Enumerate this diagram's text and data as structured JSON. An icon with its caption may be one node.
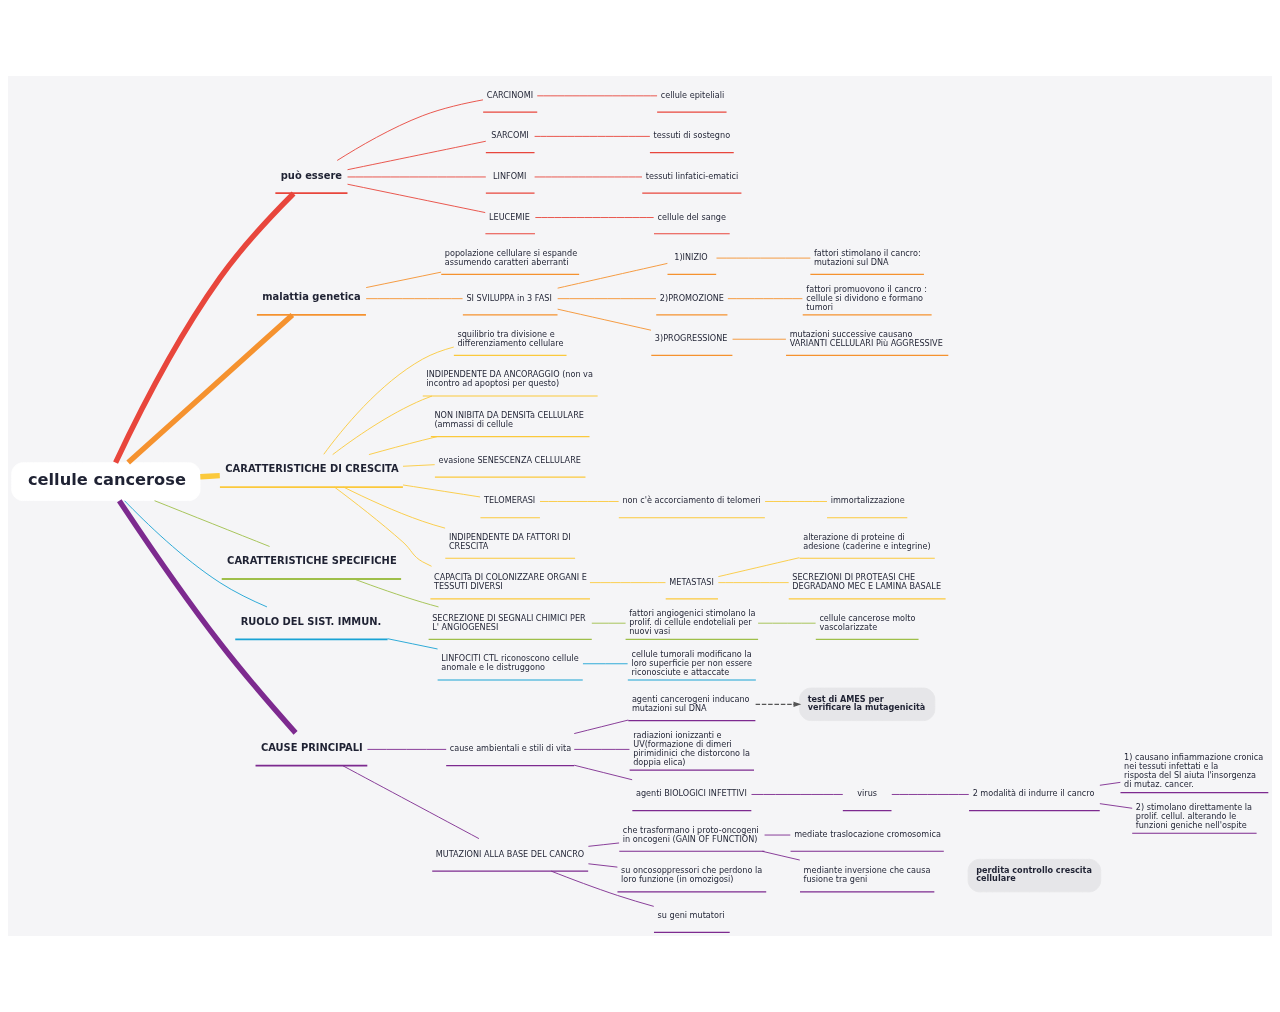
{
  "diagram": {
    "nodes": [
      {
        "text": [
          "cellule cancerose"
        ]
      },
      {
        "text": [
          "può essere"
        ]
      },
      {
        "text": [
          "CARCINOMI"
        ]
      },
      {
        "text": [
          "cellule epiteliali"
        ]
      },
      {
        "text": [
          "SARCOMI"
        ]
      },
      {
        "text": [
          "tessuti di sostegno"
        ]
      },
      {
        "text": [
          "LINFOMI"
        ]
      },
      {
        "text": [
          "tessuti linfatici-ematici"
        ]
      },
      {
        "text": [
          "LEUCEMIE"
        ]
      },
      {
        "text": [
          "cellule del sange"
        ]
      },
      {
        "text": [
          "malattia genetica"
        ]
      },
      {
        "text": [
          "popolazione cellulare si espande assumendo caratteri aberranti"
        ]
      },
      {
        "text": [
          "SI SVILUPPA in 3 FASI"
        ]
      },
      {
        "text": [
          "1)INIZIO"
        ]
      },
      {
        "text": [
          "fattori stimolano il cancro: mutazioni sul DNA"
        ]
      },
      {
        "text": [
          "2)PROMOZIONE"
        ]
      },
      {
        "text": [
          "fattori promuovono il cancro : cellule si dividono e formano tumori"
        ]
      },
      {
        "text": [
          "3)PROGRESSIONE"
        ]
      },
      {
        "text": [
          "mutazioni successive causano VARIANTI CELLULARI Più AGGRESSIVE"
        ]
      },
      {
        "text": [
          "CARATTERISTICHE DI CRESCITA"
        ]
      },
      {
        "text": [
          "squilibrio tra divisione e differenziamento cellulare"
        ]
      },
      {
        "text": [
          "INDIPENDENTE DA ANCORAGGIO (non va incontro ad apoptosi per questo)"
        ]
      },
      {
        "text": [
          "NON INIBITA DA DENSITà CELLULARE (ammassi di cellule"
        ]
      },
      {
        "text": [
          "evasione SENESCENZA CELLULARE"
        ]
      },
      {
        "text": [
          "TELOMERASI"
        ]
      },
      {
        "text": [
          "non c'è accorciamento di telomeri"
        ]
      },
      {
        "text": [
          "immortalizzazione"
        ]
      },
      {
        "text": [
          "INDIPENDENTE DA FATTORI DI CRESCITA"
        ]
      },
      {
        "text": [
          "CAPACITà DI COLONIZZARE ORGANI E TESSUTI DIVERSI"
        ]
      },
      {
        "text": [
          "METASTASI"
        ]
      },
      {
        "text": [
          "alterazione di proteine di adesione (caderine e integrine)"
        ]
      },
      {
        "text": [
          "SECREZIONI DI PROTEASI CHE DEGRADANO MEC E LAMINA BASALE"
        ]
      },
      {
        "text": [
          "CARATTERISTICHE SPECIFICHE"
        ]
      },
      {
        "text": [
          "SECREZIONE DI SEGNALI CHIMICI PER L' ANGIOGENESI"
        ]
      },
      {
        "text": [
          "fattori angiogenici stimolano la prolif. di cellule endoteliali per nuovi vasi"
        ]
      },
      {
        "text": [
          "cellule cancerose molto vascolarizzate"
        ]
      },
      {
        "text": [
          "RUOLO DEL SIST. IMMUN."
        ]
      },
      {
        "text": [
          "LINFOCITI CTL riconoscono cellule anomale e le distruggono"
        ]
      },
      {
        "text": [
          "cellule tumorali modificano la loro superficie per non essere riconosciute e attaccate"
        ]
      },
      {
        "text": [
          "CAUSE PRINCIPALI"
        ]
      },
      {
        "text": [
          "cause ambientali e stili di vita"
        ]
      },
      {
        "text": [
          "agenti cancerogeni inducano mutazioni sul DNA"
        ]
      },
      {
        "text": [
          "test di AMES per verificare la mutagenicità"
        ]
      },
      {
        "text": [
          "radiazioni ionizzanti e UV(formazione di dimeri pirimidinici che distorcono la doppia elica)"
        ]
      },
      {
        "text": [
          "agenti BIOLOGICI INFETTIVI"
        ]
      },
      {
        "text": [
          "virus"
        ]
      },
      {
        "text": [
          "2 modalità di indurre il cancro"
        ]
      },
      {
        "text": [
          "1) causano infiammazione cronica nei tessuti infettati e la risposta del SI aiuta l'insorgenza di mutaz. cancer."
        ]
      },
      {
        "text": [
          "2) stimolano direttamente la prolif. cellul. alterando le funzioni geniche nell'ospite"
        ]
      },
      {
        "text": [
          "MUTAZIONI ALLA BASE DEL CANCRO"
        ]
      },
      {
        "text": [
          "che trasformano i proto-oncogeni in oncogeni (GAIN OF FUNCTION)"
        ]
      },
      {
        "text": [
          "mediate traslocazione cromosomica"
        ]
      },
      {
        "text": [
          "mediante inversione che causa fusione tra geni"
        ]
      },
      {
        "text": [
          "su oncosoppressori che perdono la loro funzione (in omozigosi)"
        ]
      },
      {
        "text": [
          "su geni mutatori"
        ]
      },
      {
        "text": [
          "perdita controllo crescita cellulare"
        ]
      }
    ],
    "edges": [
      {
        "from": 0,
        "to": 1,
        "arrow": "none",
        "style": "thick",
        "color": "#e8463c"
      },
      {
        "from": 1,
        "to": 2,
        "arrow": "none",
        "color": "#e8463c"
      },
      {
        "from": 2,
        "to": 3,
        "arrow": "none",
        "color": "#e8463c"
      },
      {
        "from": 1,
        "to": 4,
        "arrow": "none",
        "color": "#e8463c"
      },
      {
        "from": 4,
        "to": 5,
        "arrow": "none",
        "color": "#e8463c"
      },
      {
        "from": 1,
        "to": 6,
        "arrow": "none",
        "color": "#e8463c"
      },
      {
        "from": 6,
        "to": 7,
        "arrow": "none",
        "color": "#e8463c"
      },
      {
        "from": 1,
        "to": 8,
        "arrow": "none",
        "color": "#e8463c"
      },
      {
        "from": 8,
        "to": 9,
        "arrow": "none",
        "color": "#e8463c"
      },
      {
        "from": 0,
        "to": 10,
        "arrow": "none",
        "style": "thick",
        "color": "#f5922f"
      },
      {
        "from": 10,
        "to": 11,
        "arrow": "none",
        "color": "#f5922f"
      },
      {
        "from": 10,
        "to": 12,
        "arrow": "none",
        "color": "#f5922f"
      },
      {
        "from": 12,
        "to": 13,
        "arrow": "none",
        "color": "#f5922f"
      },
      {
        "from": 13,
        "to": 14,
        "arrow": "none",
        "color": "#f5922f"
      },
      {
        "from": 12,
        "to": 15,
        "arrow": "none",
        "color": "#f5922f"
      },
      {
        "from": 15,
        "to": 16,
        "arrow": "none",
        "color": "#f5922f"
      },
      {
        "from": 12,
        "to": 17,
        "arrow": "none",
        "color": "#f5922f"
      },
      {
        "from": 17,
        "to": 18,
        "arrow": "none",
        "color": "#f5922f"
      },
      {
        "from": 0,
        "to": 19,
        "arrow": "none",
        "style": "thick",
        "color": "#fbc93c"
      },
      {
        "from": 19,
        "to": 20,
        "arrow": "none",
        "color": "#fbc93c"
      },
      {
        "from": 19,
        "to": 21,
        "arrow": "none",
        "color": "#fbc93c"
      },
      {
        "from": 19,
        "to": 22,
        "arrow": "none",
        "color": "#fbc93c"
      },
      {
        "from": 19,
        "to": 23,
        "arrow": "none",
        "color": "#fbc93c"
      },
      {
        "from": 19,
        "to": 24,
        "arrow": "none",
        "color": "#fbc93c"
      },
      {
        "from": 24,
        "to": 25,
        "arrow": "none",
        "color": "#fbc93c"
      },
      {
        "from": 25,
        "to": 26,
        "arrow": "none",
        "color": "#fbc93c"
      },
      {
        "from": 19,
        "to": 27,
        "arrow": "none",
        "color": "#fbc93c"
      },
      {
        "from": 19,
        "to": 28,
        "arrow": "none",
        "color": "#fbc93c"
      },
      {
        "from": 28,
        "to": 29,
        "arrow": "none",
        "color": "#fbc93c"
      },
      {
        "from": 29,
        "to": 30,
        "arrow": "none",
        "color": "#fbc93c"
      },
      {
        "from": 29,
        "to": 31,
        "arrow": "none",
        "color": "#fbc93c"
      },
      {
        "from": 0,
        "to": 32,
        "arrow": "none",
        "color": "#9fbf4a"
      },
      {
        "from": 32,
        "to": 33,
        "arrow": "none",
        "color": "#9fbf4a"
      },
      {
        "from": 33,
        "to": 34,
        "arrow": "none",
        "color": "#9fbf4a"
      },
      {
        "from": 34,
        "to": 35,
        "arrow": "none",
        "color": "#9fbf4a"
      },
      {
        "from": 0,
        "to": 36,
        "arrow": "none",
        "color": "#1aa3d4"
      },
      {
        "from": 36,
        "to": 37,
        "arrow": "none",
        "color": "#1aa3d4"
      },
      {
        "from": 37,
        "to": 38,
        "arrow": "none",
        "color": "#1aa3d4"
      },
      {
        "from": 0,
        "to": 39,
        "arrow": "none",
        "style": "thick"
      },
      {
        "from": 39,
        "to": 40,
        "arrow": "none"
      },
      {
        "from": 40,
        "to": 41,
        "arrow": "none"
      },
      {
        "from": 41,
        "to": 42,
        "arrow": "to",
        "style": "dashed",
        "color": "#555555"
      },
      {
        "from": 40,
        "to": 43,
        "arrow": "none"
      },
      {
        "from": 40,
        "to": 44,
        "arrow": "none"
      },
      {
        "from": 44,
        "to": 45,
        "arrow": "none"
      },
      {
        "from": 45,
        "to": 46,
        "arrow": "none"
      },
      {
        "from": 46,
        "to": 47,
        "arrow": "none"
      },
      {
        "from": 46,
        "to": 48,
        "arrow": "none"
      },
      {
        "from": 39,
        "to": 49,
        "arrow": "none"
      },
      {
        "from": 49,
        "to": 50,
        "arrow": "none"
      },
      {
        "from": 50,
        "to": 51,
        "arrow": "none"
      },
      {
        "from": 50,
        "to": 52,
        "arrow": "none"
      },
      {
        "from": 49,
        "to": 53,
        "arrow": "none"
      },
      {
        "from": 49,
        "to": 54,
        "arrow": "none"
      }
    ]
  }
}
